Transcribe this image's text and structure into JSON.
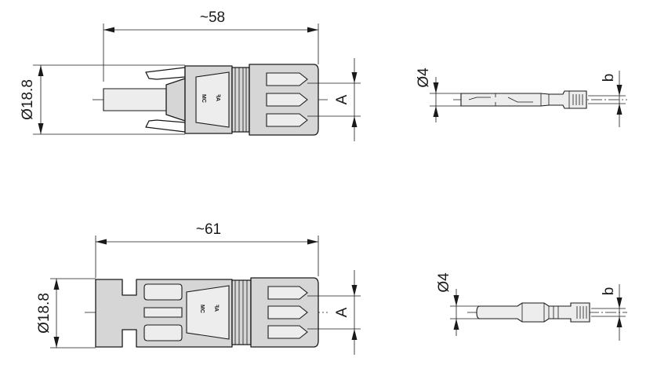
{
  "top_connector": {
    "length_label": "~58",
    "diameter_label": "Ø18.8",
    "thread_label": "A",
    "marking_text": "MC",
    "marking_logo": "ꟻA"
  },
  "top_pin": {
    "diameter_label": "Ø4",
    "conductor_label": "b"
  },
  "bottom_connector": {
    "length_label": "~61",
    "diameter_label": "Ø18.8",
    "thread_label": "A",
    "marking_text": "MC",
    "marking_logo": "ꟻA"
  },
  "bottom_socket": {
    "diameter_label": "Ø4",
    "conductor_label": "b"
  }
}
